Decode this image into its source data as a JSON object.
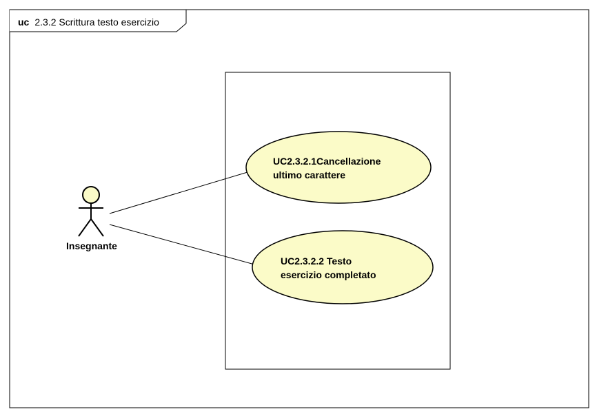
{
  "frame": {
    "keyword": "uc",
    "title": "2.3.2 Scrittura testo esercizio"
  },
  "actor": {
    "name": "Insegnante"
  },
  "use_cases": [
    {
      "lines": [
        "UC2.3.2.1Cancellazione",
        "ultimo carattere"
      ]
    },
    {
      "lines": [
        "UC2.3.2.2 Testo",
        "esercizio completato"
      ]
    }
  ],
  "colors": {
    "use_case_fill": "#fbfbc8",
    "actor_fill": "#fbfbc8",
    "stroke": "#000000"
  }
}
